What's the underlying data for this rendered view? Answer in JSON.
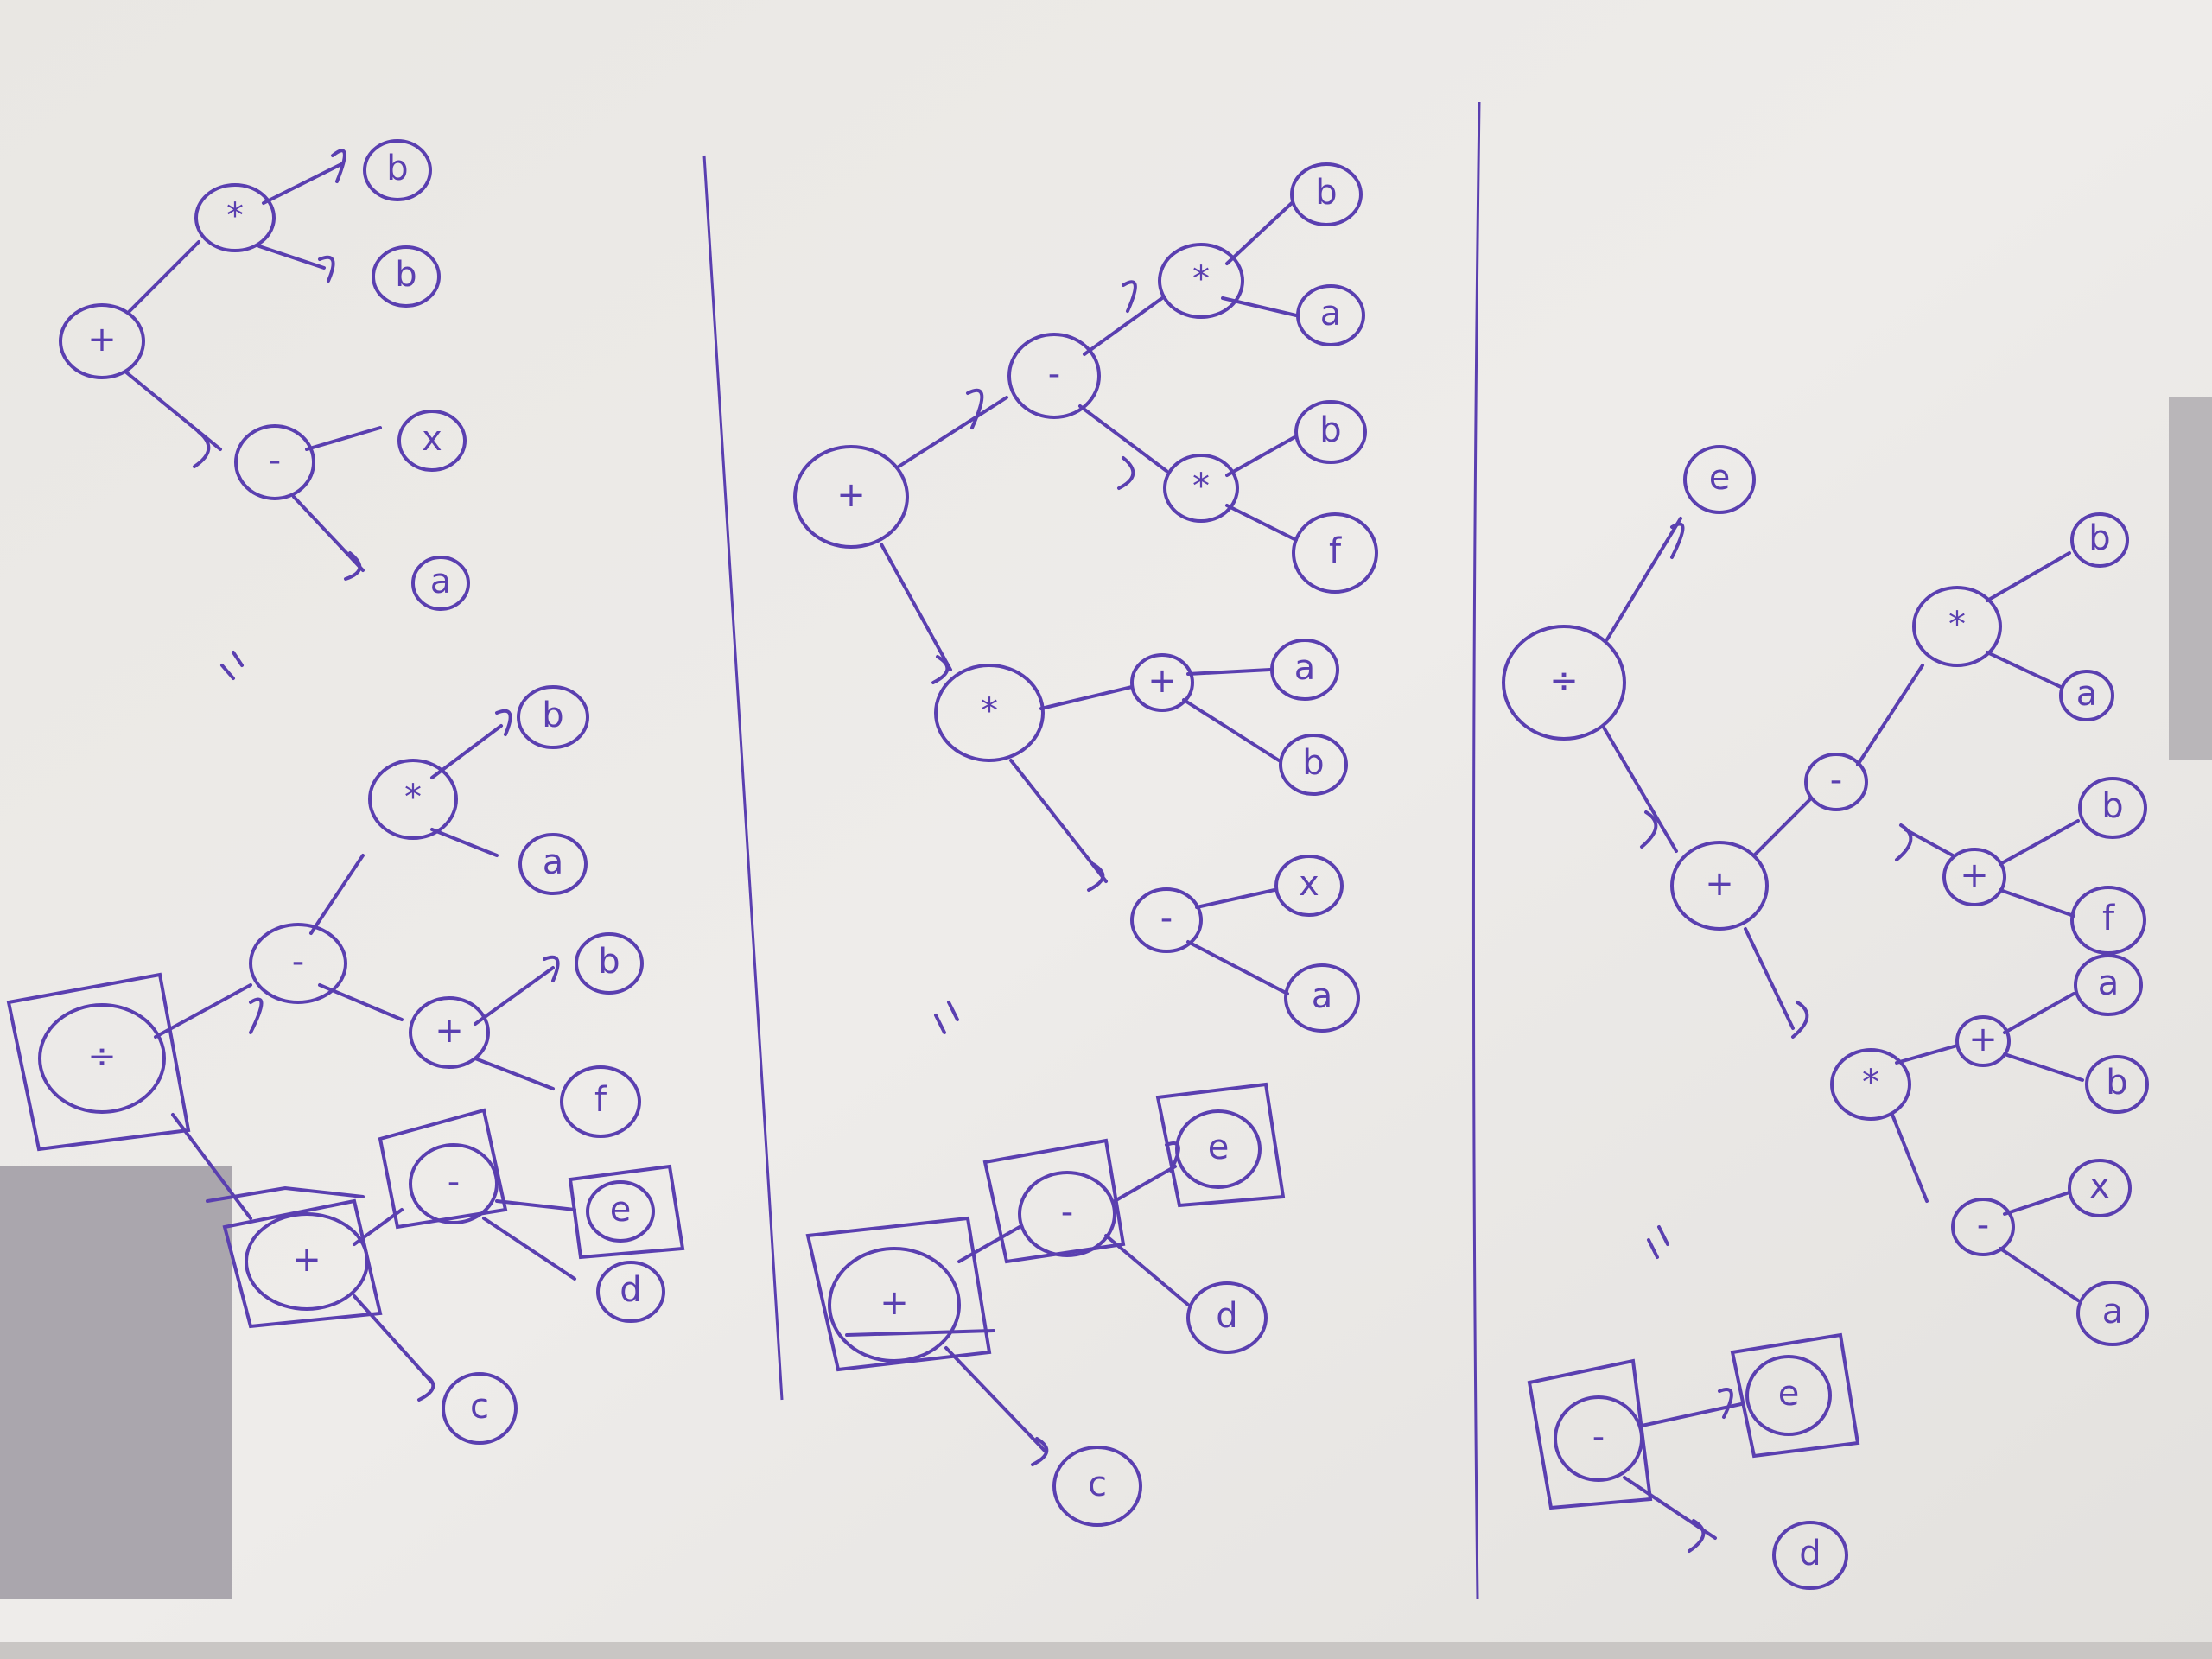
{
  "photo": {
    "subject": "handwritten expression trees on paper",
    "ink_color": "#5a3fb0",
    "paper_color": "#eceae6",
    "redaction_color": "#aaa6ad"
  },
  "panels": [
    {
      "id": "left",
      "top_tree": {
        "root": "+",
        "left": {
          "op": "*",
          "children": [
            "b",
            "b"
          ]
        },
        "right": {
          "op": "-",
          "children": [
            "x",
            "a"
          ]
        }
      },
      "equals_sign": "=",
      "bottom_tree": {
        "root": "÷",
        "boxed": [
          "÷",
          "+",
          "-",
          "e"
        ],
        "leaves": [
          "b",
          "a",
          "b",
          "f",
          "e",
          "d",
          "c"
        ]
      }
    },
    {
      "id": "middle",
      "top_tree": {
        "root": "+",
        "left": {
          "op": "-",
          "children": [
            "*",
            "*"
          ]
        },
        "right": {
          "op": "*",
          "children": [
            "+",
            "-"
          ]
        }
      },
      "equals_sign": "=",
      "bottom_tree": {
        "root": "+",
        "boxed": [
          "+",
          "-",
          "e"
        ],
        "leaves": [
          "d",
          "c"
        ]
      }
    },
    {
      "id": "right",
      "top_tree": {
        "root": "÷",
        "children": [
          "e",
          "+"
        ],
        "plus_children": [
          "-",
          "*"
        ]
      },
      "equals_sign": "=",
      "bottom_tree": {
        "root": "-",
        "boxed": [
          "-",
          "e"
        ],
        "leaves": [
          "d"
        ]
      }
    }
  ]
}
